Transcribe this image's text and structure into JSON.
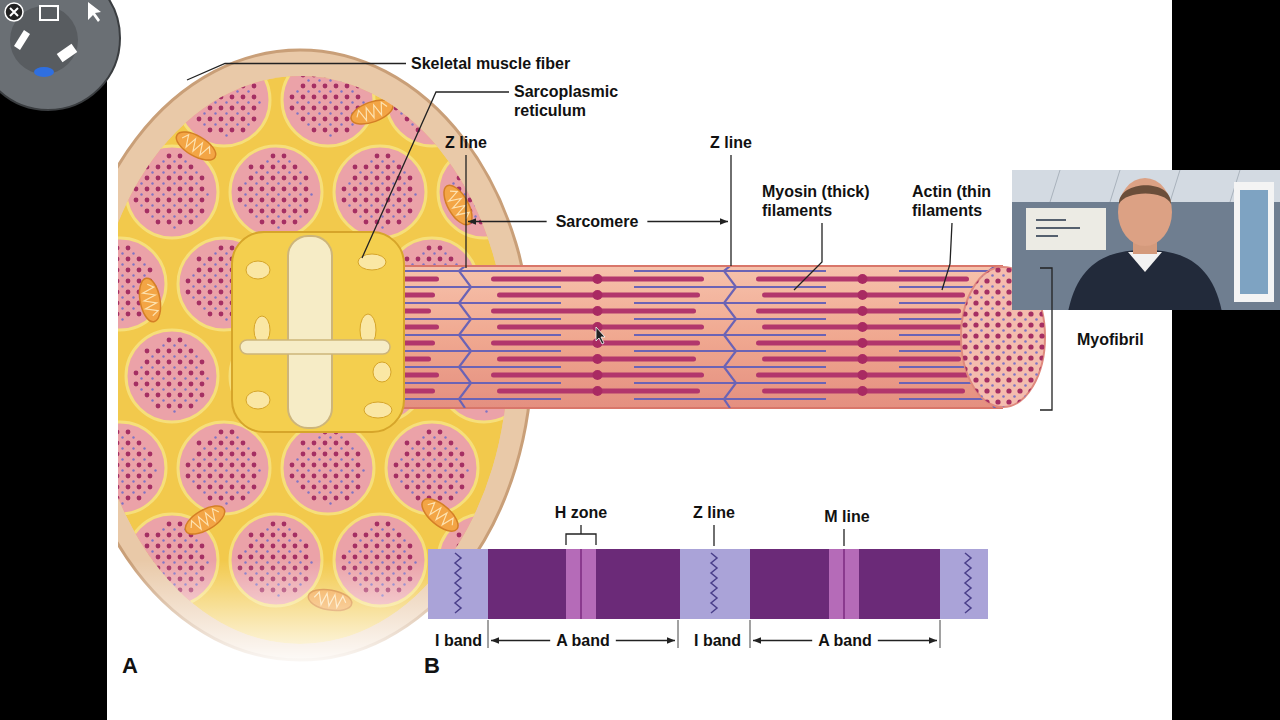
{
  "diagram": {
    "labels": [
      "Skeletal muscle fiber",
      "Sarcoplasmic reticulum",
      "Z line",
      "Z line",
      "Sarcomere",
      "Myosin (thick) filaments",
      "Actin (thin filaments",
      "Myofibril",
      "H zone",
      "Z line",
      "M line",
      "I band",
      "A band",
      "I band",
      "A band",
      "A",
      "B"
    ]
  }
}
